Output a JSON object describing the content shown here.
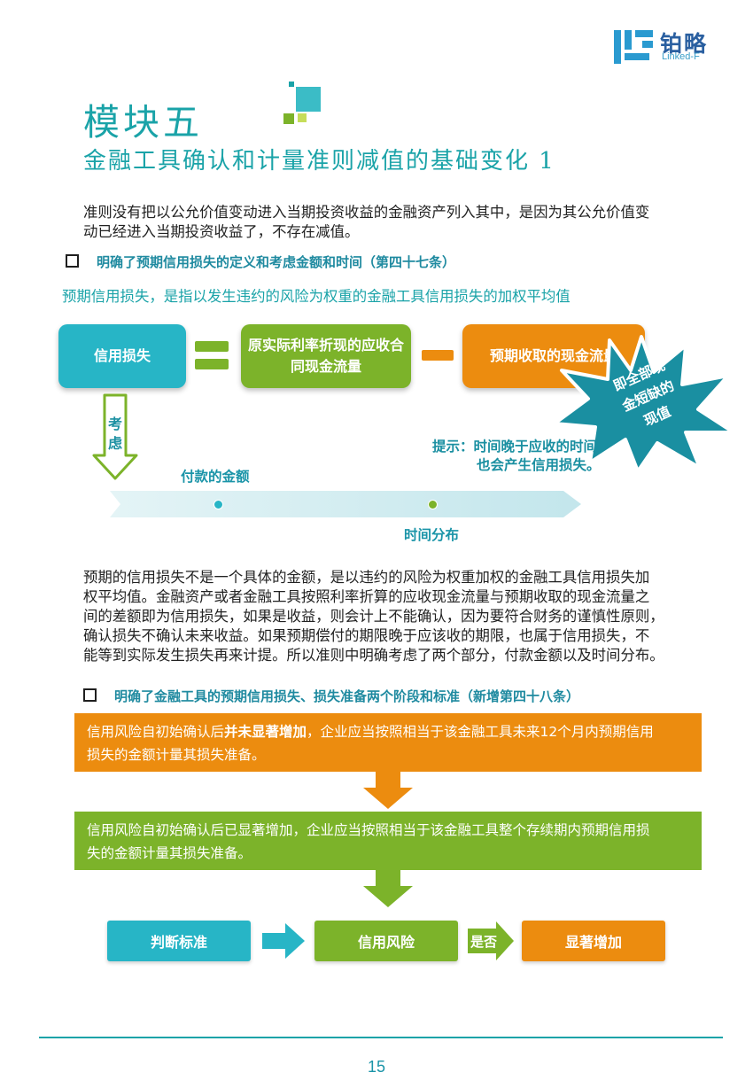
{
  "logo": {
    "icon_name": "linkedf-logo-icon",
    "name": "铂略",
    "sub": "Linked-F",
    "color": "#2a5fa0"
  },
  "header": {
    "module_title": "模块五",
    "sub_title": "金融工具确认和计量准则减值的基础变化 1"
  },
  "intro": {
    "line1": "准则没有把以公允价值变动进入当期投资收益的金融资产列入其中，是因为其公允价值变",
    "line2": "动已经进入当期投资收益了，不存在减值。"
  },
  "section1": {
    "heading": "明确了预期信用损失的定义和考虑金额和时间（第四十七条）",
    "definition": "预期信用损失，是指以发生违约的风险为权重的金融工具信用损失的加权平均值"
  },
  "flow1": {
    "credit_loss": "信用损失",
    "equals": "=",
    "contract_flow_line1": "原实际利率折现的应收合",
    "contract_flow_line2": "同现金流量",
    "minus": "−",
    "expected_flow": "预期收取的现金流量",
    "starburst_line1": "即全部现",
    "starburst_line2": "金短缺的",
    "starburst_line3": "现值",
    "consider_line1": "考",
    "consider_line2": "虑",
    "hint_line1": "提示：时间晚于应收的时间",
    "hint_line2": "也会产生信用损失。",
    "amount_label": "付款的金额",
    "time_label": "时间分布"
  },
  "body": {
    "lines": [
      "预期的信用损失不是一个具体的金额，是以违约的风险为权重加权的金融工具信用损失加",
      "权平均值。金融资产或者金融工具按照利率折算的应收现金流量与预期收取的现金流量之",
      "间的差额即为信用损失，如果是收益，则会计上不能确认，因为要符合财务的谨慎性原则，",
      "确认损失不确认未来收益。如果预期偿付的期限晚于应该收的期限，也属于信用损失，不",
      "能等到实际发生损失再来计提。所以准则中明确考虑了两个部分，付款金额以及时间分布。"
    ]
  },
  "section2": {
    "heading": "明确了金融工具的预期信用损失、损失准备两个阶段和标准（新增第四十八条）",
    "stage1_pre": "信用风险自初始确认后",
    "stage1_bold": "并未显著增加",
    "stage1_post": "，企业应当按照相当于该金融工具未来12个月内预期信用",
    "stage1_line2": "损失的金额计量其损失准备。",
    "stage2_line1": "信用风险自初始确认后已显著增加，企业应当按照相当于该金融工具整个存续期内预期信用损",
    "stage2_line2": "失的金额计量其损失准备。",
    "criteria": "判断标准",
    "credit_risk": "信用风险",
    "whether": "是否",
    "significant_increase": "显著增加"
  },
  "colors": {
    "teal": "#27b5c6",
    "green": "#7cb32a",
    "orange": "#ec8c0f",
    "title": "#1aa3a8"
  },
  "footer": {
    "page_number": "15"
  }
}
